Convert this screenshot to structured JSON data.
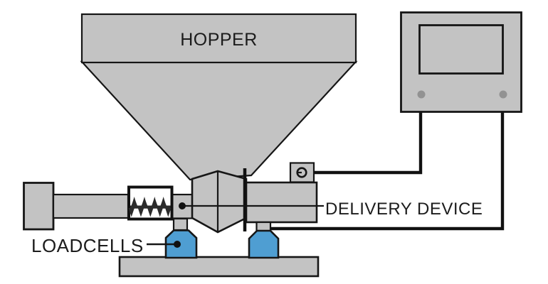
{
  "diagram": {
    "type": "schematic",
    "subject": "gravimetric loss-in-weight feeder system",
    "labels": {
      "hopper": "HOPPER",
      "delivery_device": "DELIVERY DEVICE",
      "loadcells": "LOADCELLS"
    },
    "components": [
      "hopper",
      "screw-feeder",
      "drive-motor",
      "delivery-device-body",
      "discharge-tube",
      "sensor",
      "loadcell-left",
      "loadcell-right",
      "base-plate",
      "controller-unit",
      "controller-screen",
      "signal-cables"
    ],
    "colors": {
      "machine_gray": "#c3c3c3",
      "loadcell_blue": "#4f9ed2",
      "screw_housing_white": "#ffffff",
      "screw_dark": "#2b2b2b",
      "button_gray": "#929292",
      "outline_black": "#161616",
      "background": "#ffffff"
    }
  }
}
